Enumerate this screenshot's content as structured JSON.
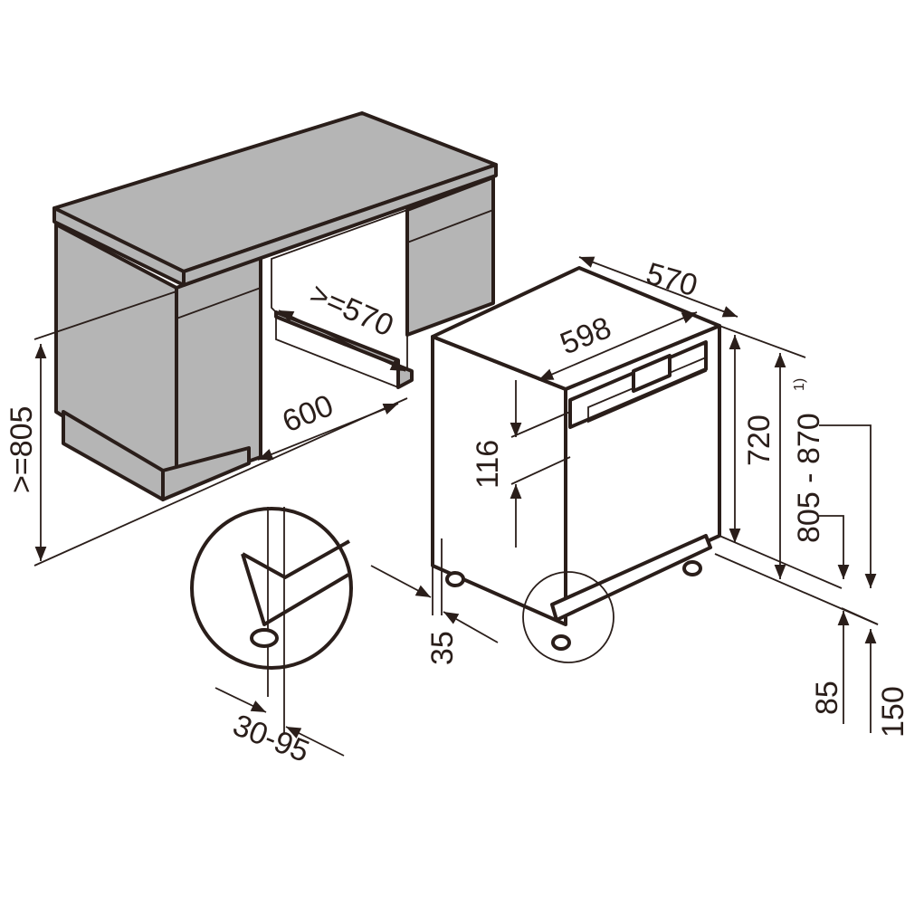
{
  "diagram": {
    "title": "Dishwasher installation dimensions",
    "colors": {
      "outline": "#2a1e1a",
      "cabinet": "#b5b5b5",
      "background": "#ffffff"
    },
    "labels": {
      "niche_height": ">=805",
      "niche_depth": ">=570",
      "niche_width": "600",
      "appliance_depth": "570",
      "appliance_width": "598",
      "panel_height": "116",
      "appliance_height": "720",
      "height_range": "805 - 870",
      "height_range_note": "1)",
      "toe_recess": "35",
      "plinth_adjust": "30-95",
      "plinth_85": "85",
      "plinth_150": "150"
    }
  }
}
